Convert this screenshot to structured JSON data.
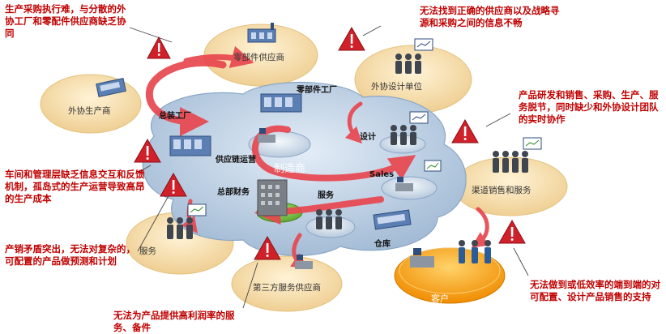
{
  "nodes": {
    "parts_supplier": "零部件供应商",
    "outsourced_producer": "外协生产商",
    "outsourced_design": "外协设计单位",
    "assembly_plant": "总装工厂",
    "parts_plant": "零部件工厂",
    "supply_chain_ops": "供应链运营",
    "manufacturer": "制造商",
    "design": "设计",
    "sales": "Sales",
    "hq_finance": "总部财务",
    "service": "服务",
    "warehouse": "仓库",
    "channel_sales": "渠道销售和服务",
    "service_left": "服务",
    "third_party_service": "第三方服务供应商",
    "customer": "客户"
  },
  "notes": {
    "top_left": "生产采购执行难，与分散的外协工厂和零配件供应商缺乏协同",
    "top_center": "无法找到正确的供应商以及战略寻源和采购之间的信息不畅",
    "right_upper": "产品研发和销售、采购、生产、服务脱节，同时缺少和外协设计团队的实时协作",
    "left_middle": "车间和管理层缺乏信息交互和反馈机制，孤岛式的生产运营导致高昂的生产成本",
    "left_lower": "产销矛盾突出，无法对复杂的，可配置的产品做预测和计划",
    "bottom_center": "无法为产品提供高利润率的服务、备件",
    "right_lower": "无法做到或低效率的端到端的对可配置、设计产品销售的支持"
  },
  "colors": {
    "note_text": "#c00000",
    "warning_red": "#d0202a",
    "arrow_red": "#e8474f",
    "disc_tan": "#f6deb0",
    "customer_orange": "#f5a21a",
    "cloud_blue": "#b9cde2"
  }
}
